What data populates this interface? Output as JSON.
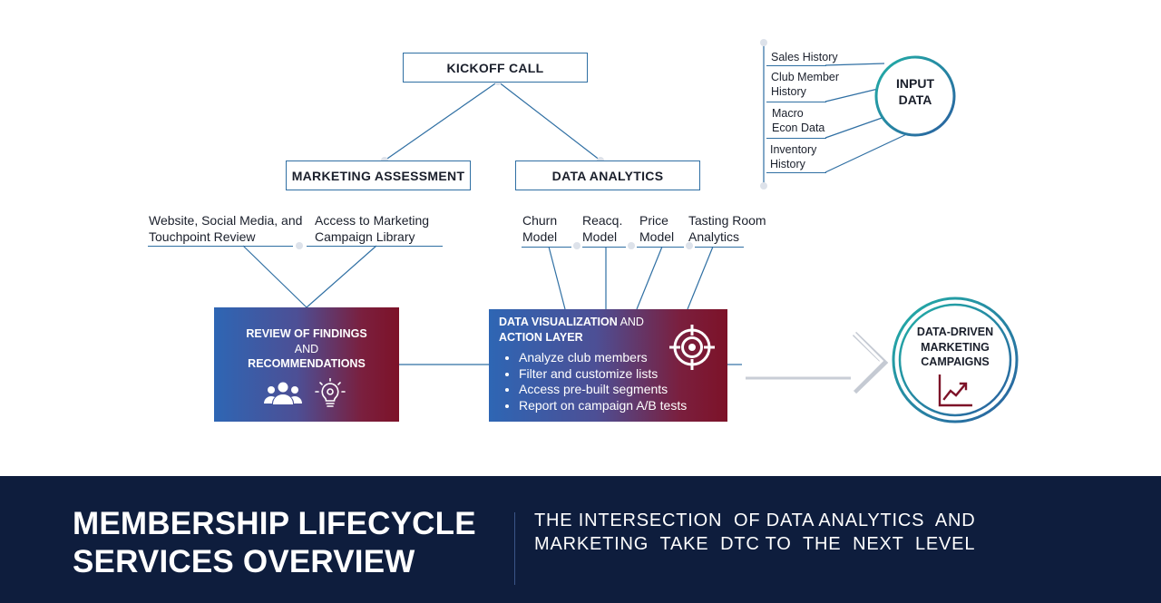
{
  "kickoff": "KICKOFF CALL",
  "marketing_assessment": "MARKETING ASSESSMENT",
  "data_analytics": "DATA ANALYTICS",
  "marketing_items": [
    {
      "line1": "Website, Social Media, and",
      "line2": "Touchpoint Review"
    },
    {
      "line1": "Access to Marketing",
      "line2": "Campaign Library"
    }
  ],
  "analytics_items": [
    {
      "line1": "Churn",
      "line2": "Model"
    },
    {
      "line1": "Reacq.",
      "line2": "Model"
    },
    {
      "line1": "Price",
      "line2": "Model"
    },
    {
      "line1": "Tasting Room",
      "line2": "Analytics"
    }
  ],
  "input_data": {
    "circle_line1": "INPUT",
    "circle_line2": "DATA",
    "items": [
      {
        "line1": "Sales History",
        "line2": ""
      },
      {
        "line1": "Club Member",
        "line2": "History"
      },
      {
        "line1": "Macro",
        "line2": "Econ Data"
      },
      {
        "line1": "Inventory",
        "line2": "History"
      }
    ]
  },
  "review_box": {
    "line1": "REVIEW OF FINDINGS",
    "line2": "AND",
    "line3": "RECOMMENDATIONS",
    "icons": [
      "people-icon",
      "lightbulb-gear-icon"
    ]
  },
  "viz_box": {
    "title_bold": "DATA VISUALIZATION",
    "title_regular": " AND",
    "title_line2": "ACTION LAYER",
    "bullets": [
      "Analyze club members",
      "Filter and customize lists",
      "Access pre-built segments",
      "Report on campaign A/B tests"
    ],
    "icon": "target-icon"
  },
  "campaigns": {
    "line1": "DATA-DRIVEN",
    "line2": "MARKETING",
    "line3": "CAMPAIGNS",
    "icon": "trending-chart-icon"
  },
  "footer": {
    "title_line1": "MEMBERSHIP LIFECYCLE",
    "title_line2": "SERVICES OVERVIEW",
    "subtitle_line1": "THE INTERSECTION  OF DATA ANALYTICS  AND",
    "subtitle_line2": "MARKETING  TAKE  DTC TO  THE  NEXT  LEVEL"
  },
  "colors": {
    "accent_blue": "#2f6fa3",
    "gradient_start": "#2e66b4",
    "gradient_end": "#7d1228",
    "footer_bg": "#0e1d3d",
    "teal": "#1aa3a8"
  }
}
